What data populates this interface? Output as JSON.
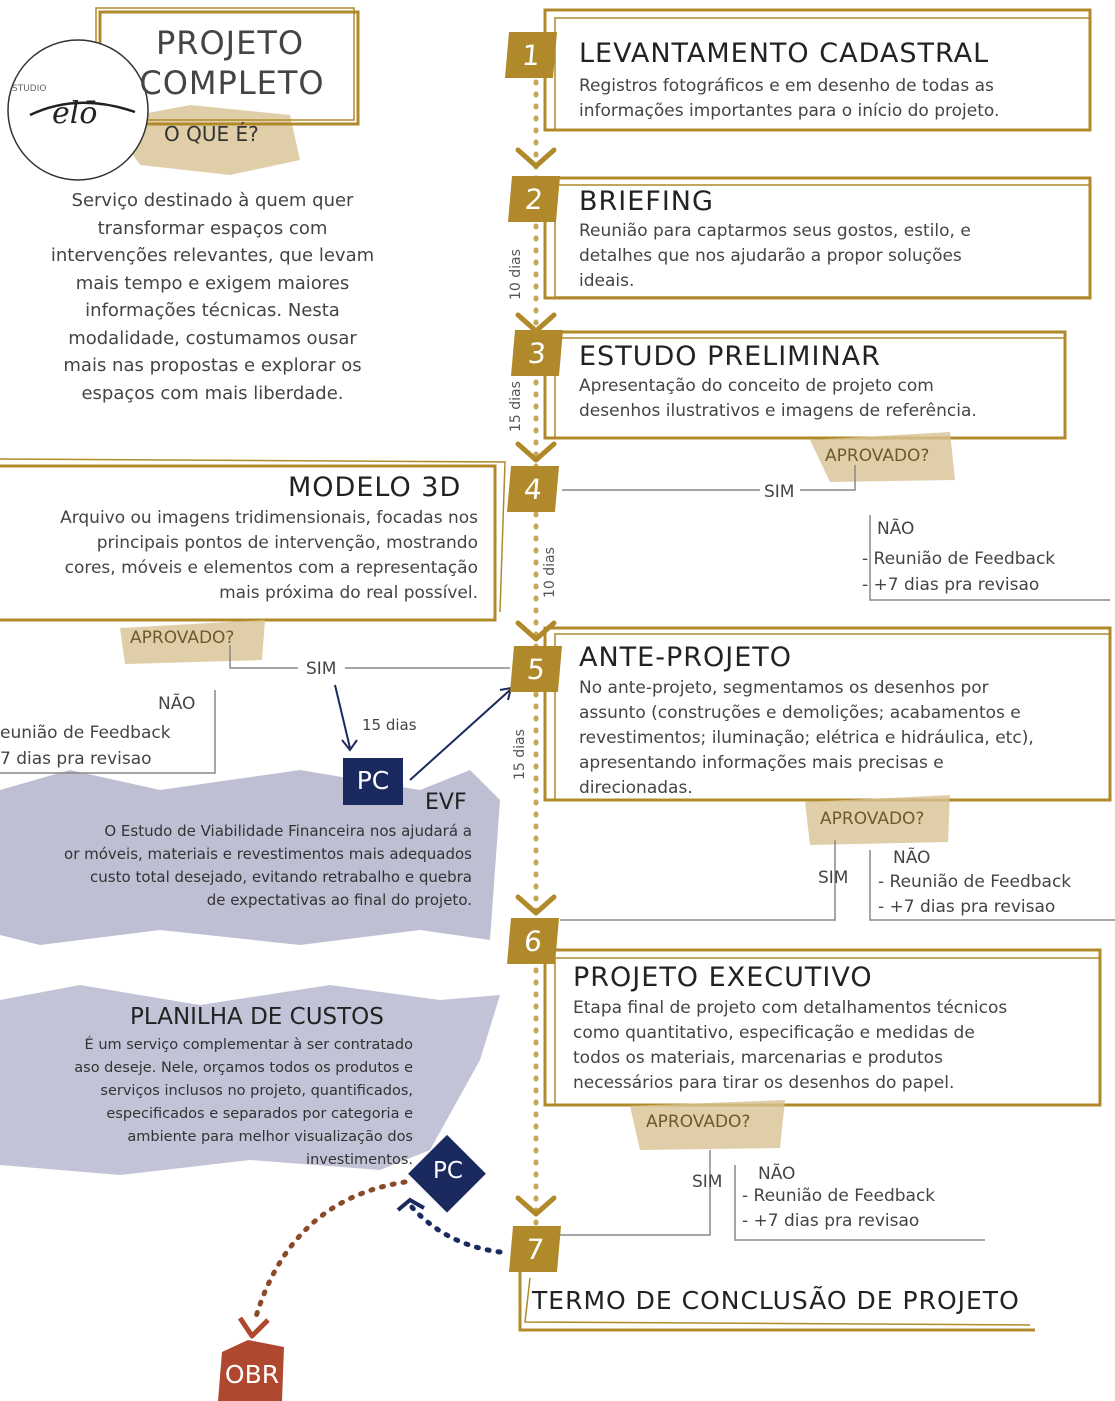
{
  "colors": {
    "gold": "#b08a2a",
    "gold_light": "#caa45a",
    "navy": "#1b2a5e",
    "red": "#b0472f",
    "brown": "#8a4a2a",
    "lavender": "#a9a9c6",
    "line": "#888888",
    "dot": "#c7a756"
  },
  "header": {
    "title_1": "PROJETO",
    "title_2": "COMPLETO",
    "subtitle": "O QUE É?",
    "logo_small": "STUDIO",
    "logo_script": "elō"
  },
  "intro": {
    "lines": [
      "Serviço destinado à quem quer",
      "transformar espaços com",
      "intervenções relevantes, que levam",
      "mais tempo e exigem maiores",
      "informações técnicas. Nesta",
      "modalidade, costumamos ousar",
      "mais nas propostas e explorar os",
      "espaços com mais liberdade."
    ]
  },
  "steps": [
    {
      "num": "1",
      "title": "LEVANTAMENTO CADASTRAL",
      "lines": [
        "Registros fotográficos e em desenho de todas as",
        "informações importantes para o início do projeto."
      ]
    },
    {
      "num": "2",
      "title": "BRIEFING",
      "lines": [
        "Reunião para captarmos seus gostos, estilo, e",
        "detalhes que nos ajudarão a propor soluções",
        "ideais."
      ]
    },
    {
      "num": "3",
      "title": "ESTUDO PRELIMINAR",
      "lines": [
        "Apresentação do conceito de projeto com",
        "desenhos ilustrativos e imagens de referência."
      ]
    },
    {
      "num": "4",
      "title": "MODELO 3D",
      "lines": [
        "Arquivo ou imagens tridimensionais, focadas nos",
        "principais pontos de intervenção, mostrando",
        "cores, móveis e elementos com a representação",
        "mais próxima do real possível."
      ]
    },
    {
      "num": "5",
      "title": "ANTE-PROJETO",
      "lines": [
        "No ante-projeto, segmentamos os desenhos por",
        "assunto (construções e demolições; acabamentos e",
        "revestimentos; iluminação; elétrica e hidráulica, etc),",
        "apresentando informações mais precisas e",
        "direcionadas."
      ]
    },
    {
      "num": "6",
      "title": "PROJETO EXECUTIVO",
      "lines": [
        "Etapa final de projeto com detalhamentos técnicos",
        "como quantitativo, especificação e medidas de",
        "todos os materiais, marcenarias e produtos",
        "necessários para tirar os desenhos do papel."
      ]
    },
    {
      "num": "7",
      "title": "TERMO DE CONCLUSÃO DE PROJETO",
      "lines": []
    }
  ],
  "durations": {
    "d2": "10 dias",
    "d3": "15 dias",
    "d4": "10 dias",
    "d5": "15 dias",
    "pc": "15 dias"
  },
  "approval": {
    "question": "APROVADO?",
    "yes": "SIM",
    "no": "NÃO",
    "feedback_1": "- Reunião de Feedback",
    "feedback_2": "- +7 dias pra revisao",
    "left_feedback_1": "eunião de Feedback",
    "left_feedback_2": "7 dias pra revisao"
  },
  "evf": {
    "badge": "PC",
    "title": "EVF",
    "lines": [
      "O Estudo de Viabilidade Financeira nos ajudará a",
      "or móveis, materiais e revestimentos mais adequados",
      "custo total desejado, evitando retrabalho e quebra",
      "de expectativas ao final do projeto."
    ]
  },
  "planilha": {
    "title": "PLANILHA DE CUSTOS",
    "badge": "PC",
    "lines": [
      "É um serviço complementar à ser contratado",
      "aso deseje. Nele, orçamos todos os produtos e",
      "serviços inclusos no projeto, quantificados,",
      "especificados e separados por categoria e",
      "ambiente para melhor visualização dos",
      "investimentos."
    ]
  },
  "obr": {
    "badge": "OBR"
  }
}
